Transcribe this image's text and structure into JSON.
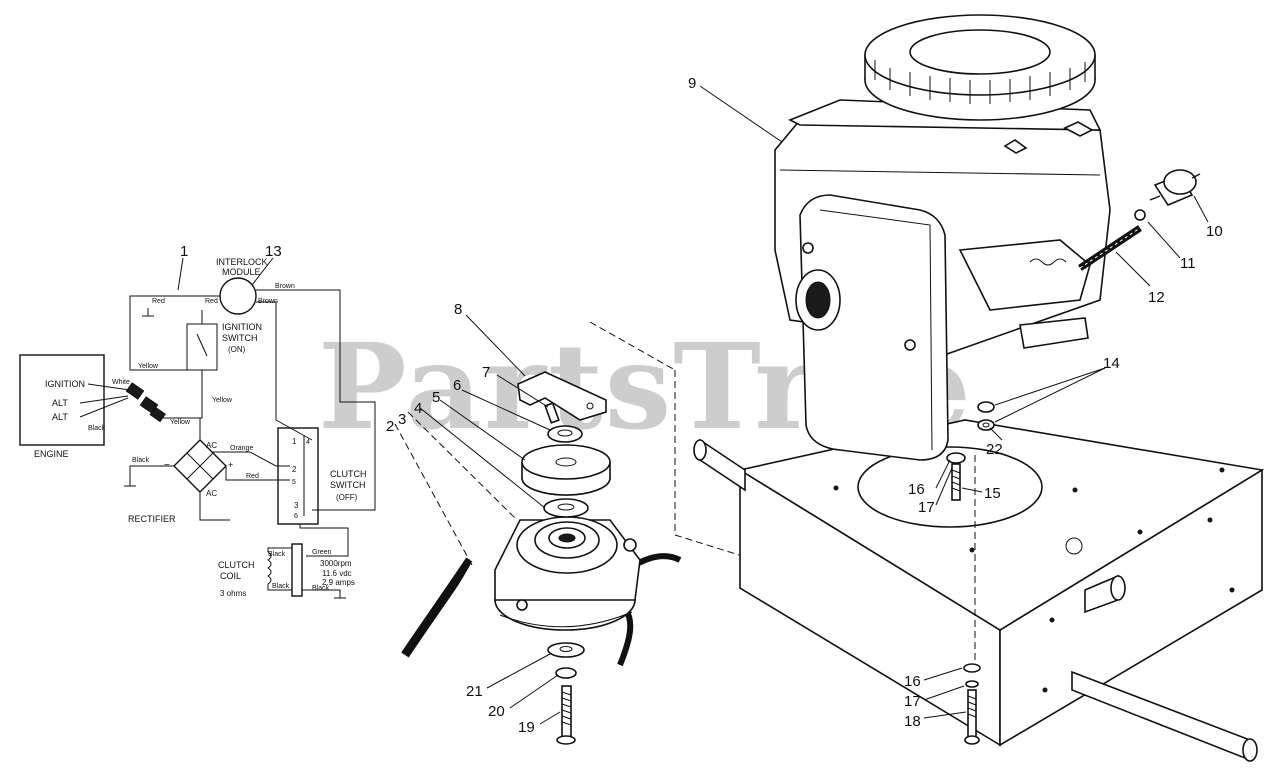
{
  "watermark": {
    "text": "PartsTree",
    "trademark": "™"
  },
  "wiring": {
    "module_title_1": "INTERLOCK",
    "module_title_2": "MODULE",
    "ignition_switch_1": "IGNITION",
    "ignition_switch_2": "SWITCH",
    "ignition_switch_3": "(ON)",
    "engine_ignition": "IGNITION",
    "engine_alt1": "ALT",
    "engine_alt2": "ALT",
    "engine_label": "ENGINE",
    "rectifier": "RECTIFIER",
    "clutch_switch_1": "CLUTCH",
    "clutch_switch_2": "SWITCH",
    "clutch_switch_3": "(OFF)",
    "clutch_coil_1": "CLUTCH",
    "clutch_coil_2": "COIL",
    "clutch_ohms": "3 ohms",
    "spec_1": "3000rpm",
    "spec_2": "11.6 vdc",
    "spec_3": "2.9 amps",
    "ac_top": "AC",
    "ac_bottom": "AC",
    "minus": "−",
    "plus": "+",
    "sw_1": "1",
    "sw_4": "4",
    "sw_2": "2",
    "sw_5": "5",
    "sw_3": "3",
    "sw_6": "6",
    "wires": {
      "red1": "Red",
      "red2": "Red",
      "brown1": "Brown",
      "brown2": "Brown",
      "yellow1": "Yellow",
      "yellow2": "Yellow",
      "yellow3": "Yellow",
      "white": "White",
      "black1": "Black",
      "black2": "Black",
      "orange": "Orange",
      "red3": "Red",
      "black3": "Black",
      "green": "Green",
      "black4": "Black",
      "black5": "Black"
    }
  },
  "callouts": {
    "c1": "1",
    "c2": "2",
    "c3": "3",
    "c4": "4",
    "c5": "5",
    "c6": "6",
    "c7": "7",
    "c8": "8",
    "c9": "9",
    "c10": "10",
    "c11": "11",
    "c12": "12",
    "c13": "13",
    "c14": "14",
    "c15": "15",
    "c16a": "16",
    "c17a": "17",
    "c16b": "16",
    "c17b": "17",
    "c18": "18",
    "c19": "19",
    "c20": "20",
    "c21": "21",
    "c22": "22"
  }
}
